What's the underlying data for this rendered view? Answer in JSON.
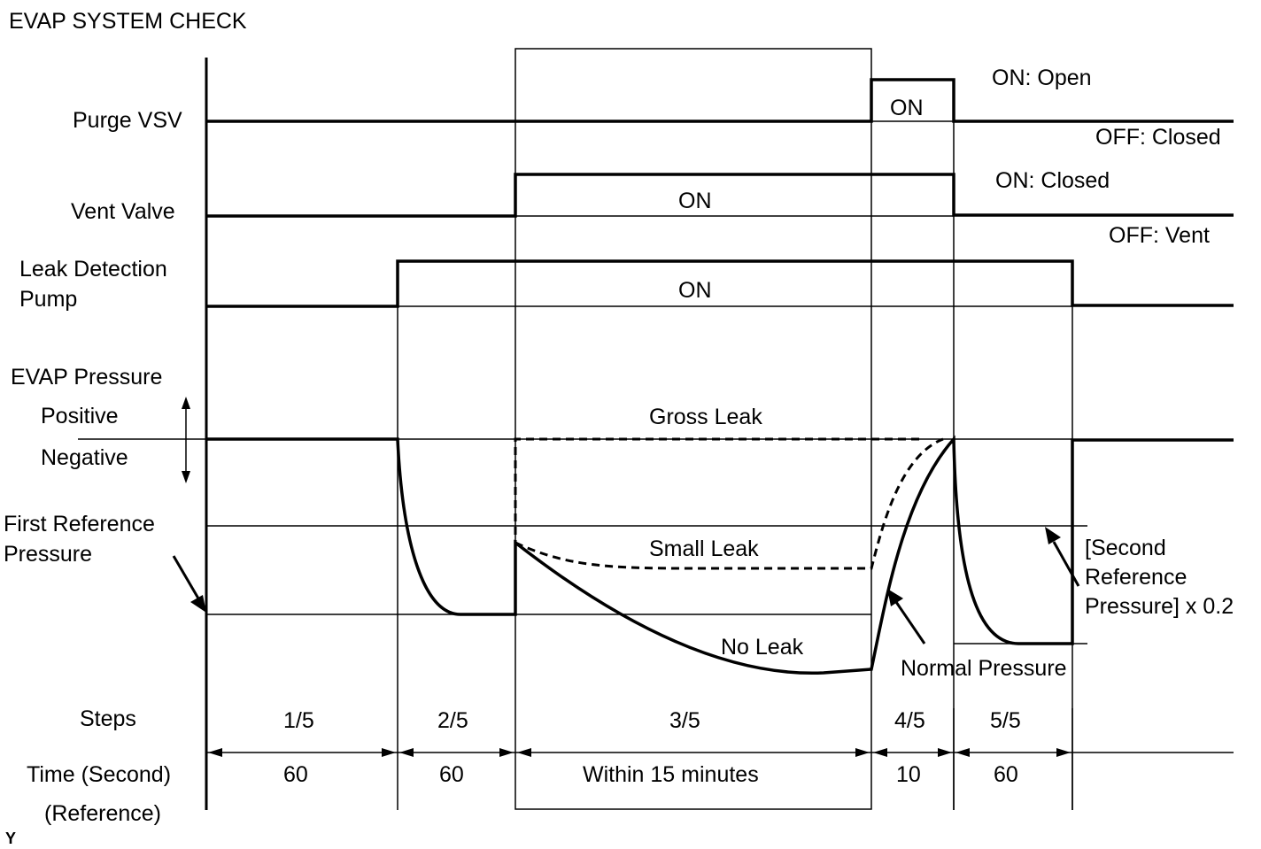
{
  "title": "EVAP SYSTEM CHECK",
  "rows": {
    "purge_vsv": "Purge VSV",
    "vent_valve": "Vent Valve",
    "leak_pump_line1": "Leak Detection",
    "leak_pump_line2": "Pump",
    "evap_pressure": "EVAP Pressure",
    "positive": "Positive",
    "negative": "Negative",
    "first_ref_line1": "First Reference",
    "first_ref_line2": "Pressure",
    "steps": "Steps",
    "time": "Time (Second)",
    "reference": "(Reference)"
  },
  "states": {
    "purge_on": "ON",
    "purge_on_meaning": "ON: Open",
    "purge_off_meaning": "OFF: Closed",
    "vent_on": "ON",
    "vent_on_meaning": "ON: Closed",
    "vent_off_meaning": "OFF: Vent",
    "pump_on": "ON"
  },
  "pressure_labels": {
    "gross_leak": "Gross Leak",
    "small_leak": "Small Leak",
    "no_leak": "No Leak",
    "normal_pressure": "Normal Pressure",
    "second_ref_line1": "[Second",
    "second_ref_line2": "Reference",
    "second_ref_line3": "Pressure] x 0.2"
  },
  "steps": [
    "1/5",
    "2/5",
    "3/5",
    "4/5",
    "5/5"
  ],
  "times": [
    "60",
    "60",
    "Within 15 minutes",
    "10",
    "60"
  ],
  "corner_mark": "Y"
}
